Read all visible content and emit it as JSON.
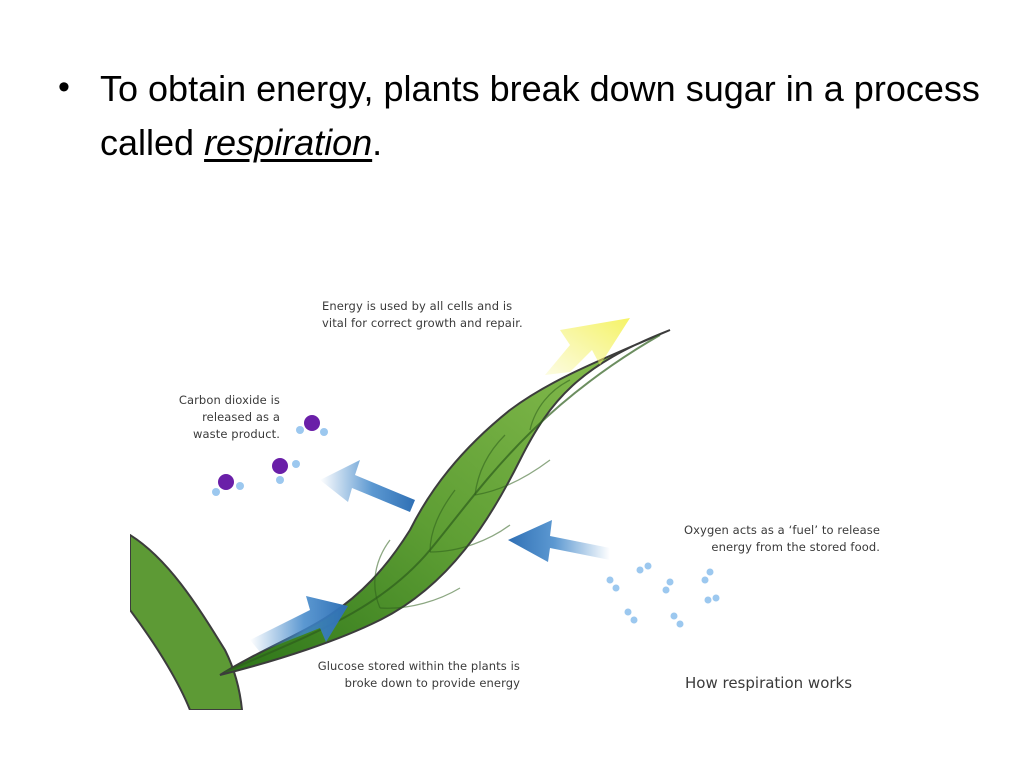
{
  "slide": {
    "bullet": {
      "text_before": "To obtain energy, plants break down sugar in a process called ",
      "emphasis": "respiration",
      "text_after": "."
    }
  },
  "diagram": {
    "labels": {
      "energy": [
        "Energy is used by all cells and is",
        "vital for correct growth and repair."
      ],
      "carbon_dioxide": [
        "Carbon dioxide is",
        "released as a",
        "waste product."
      ],
      "oxygen": [
        "Oxygen acts as a ‘fuel’ to release",
        "energy from the stored food."
      ],
      "glucose": [
        "Glucose stored within the plants is",
        "broke down to provide energy"
      ]
    },
    "caption": "How respiration works",
    "colors": {
      "leaf": "#6aa83a",
      "leaf_dark": "#2f7a1a",
      "arrow": "#3f86c9",
      "energy_arrow": "#f2f06a",
      "co2_molecule": "#6a1fa8",
      "oxygen_dot": "#9cc8ef"
    }
  }
}
